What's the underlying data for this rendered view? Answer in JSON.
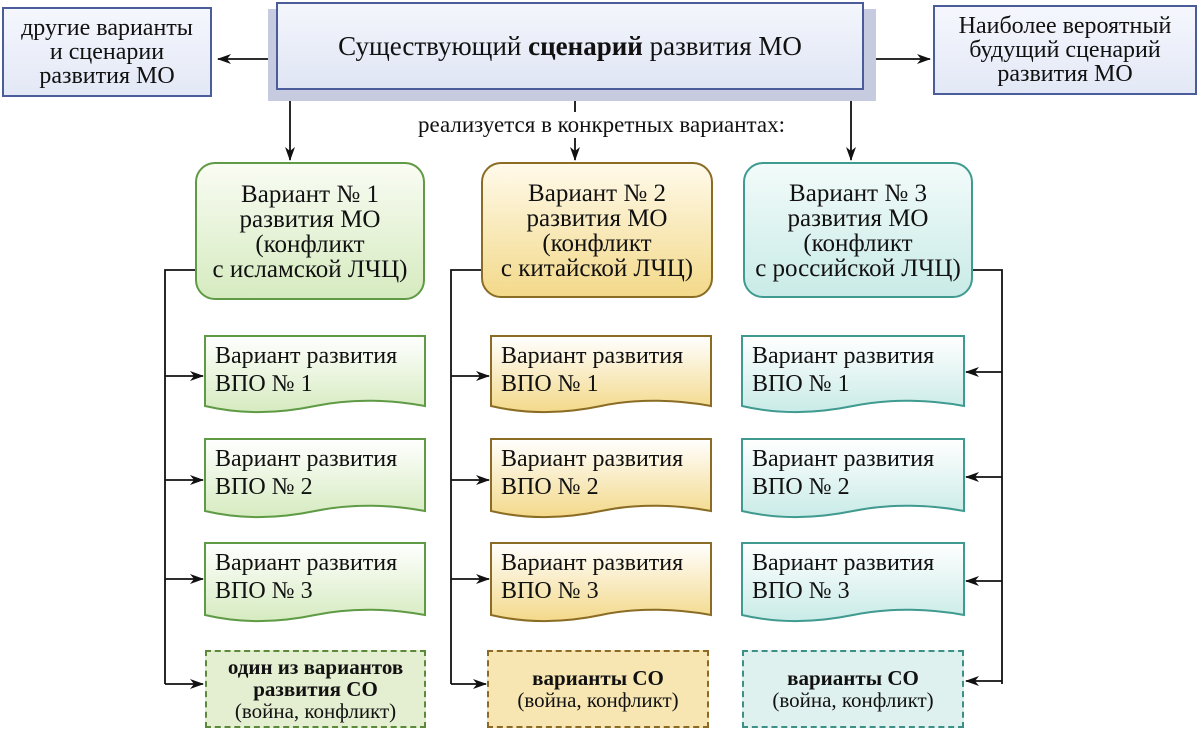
{
  "top": {
    "center_pre": "Существующий ",
    "center_bold": "сценарий",
    "center_post": " развития МО",
    "left": [
      "другие варианты",
      "и сценарии",
      "развития МО"
    ],
    "right": [
      "Наиболее вероятный",
      "будущий сценарий",
      "развития МО"
    ]
  },
  "caption": "реализуется в  конкретных вариантах:",
  "variants": [
    {
      "lines": [
        "Вариант № 1",
        "развития МО",
        "(конфликт",
        "с исламской ЛЧЦ)"
      ],
      "docs": [
        [
          "Вариант развития",
          "ВПО № 1"
        ],
        [
          "Вариант развития",
          "ВПО № 2"
        ],
        [
          "Вариант развития",
          "ВПО № 3"
        ]
      ],
      "so_bold": [
        "один из вариантов",
        "развития СО"
      ],
      "so_plain": "(война, конфликт)"
    },
    {
      "lines": [
        "Вариант № 2",
        "развития МО",
        "(конфликт",
        "с китайской ЛЧЦ)"
      ],
      "docs": [
        [
          "Вариант развития",
          "ВПО № 1"
        ],
        [
          "Вариант развития",
          "ВПО № 2"
        ],
        [
          "Вариант развития",
          "ВПО № 3"
        ]
      ],
      "so_bold": [
        "варианты СО"
      ],
      "so_plain": "(война, конфликт)"
    },
    {
      "lines": [
        "Вариант № 3",
        "развития МО",
        "(конфликт",
        "с российской ЛЧЦ)"
      ],
      "docs": [
        [
          "Вариант развития",
          "ВПО № 1"
        ],
        [
          "Вариант развития",
          "ВПО № 2"
        ],
        [
          "Вариант развития",
          "ВПО № 3"
        ]
      ],
      "so_bold": [
        "варианты СО"
      ],
      "so_plain": "(война, конфликт)"
    }
  ],
  "colors": {
    "blue_border": "#4a5c9a",
    "green_border": "#5f9a45",
    "gold_border": "#8a6c24",
    "teal_border": "#3f9a8f",
    "green_fill": "#d6ebc0",
    "gold_fill": "#f3d98a",
    "teal_fill": "#c9ebe7"
  }
}
